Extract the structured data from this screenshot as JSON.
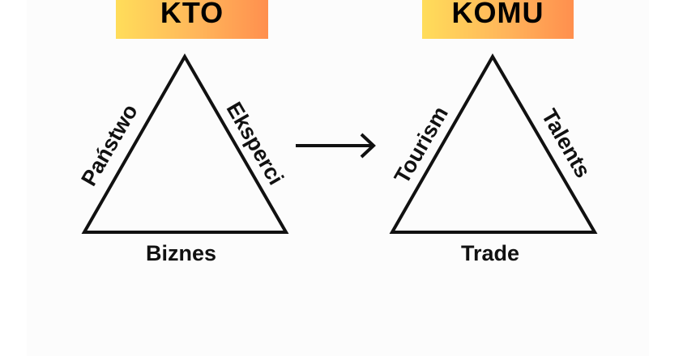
{
  "left": {
    "title": "KTO",
    "sides": {
      "left": "Państwo",
      "right": "Eksperci",
      "bottom": "Biznes"
    }
  },
  "right": {
    "title": "KOMU",
    "sides": {
      "left": "Tourism",
      "right": "Talents",
      "bottom": "Trade"
    }
  },
  "colors": {
    "gradient_start": "#ffdd5a",
    "gradient_end": "#ff8f4e",
    "stroke": "#111111"
  }
}
